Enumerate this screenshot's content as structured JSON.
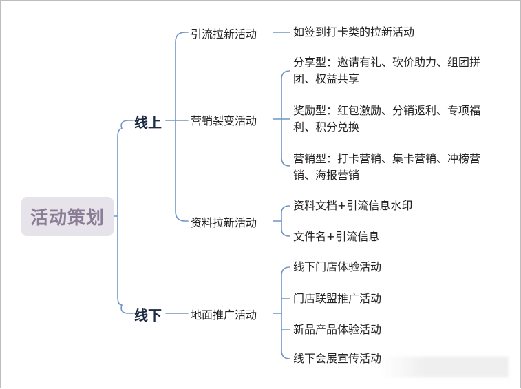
{
  "root": {
    "label": "活动策划"
  },
  "online": {
    "label": "线上",
    "branches": [
      {
        "label": "引流拉新活动",
        "items": [
          "如签到打卡类的拉新活动"
        ]
      },
      {
        "label": "营销裂变活动",
        "items": [
          "分享型：邀请有礼、砍价助力、组团拼团、权益共享",
          "奖励型：红包激励、分销返利、专项福利、积分兑换",
          "营销型：打卡营销、集卡营销、冲榜营销、海报营销"
        ]
      },
      {
        "label": "资料拉新活动",
        "items": [
          "资料文档+引流信息水印",
          "文件名+引流信息"
        ]
      }
    ]
  },
  "offline": {
    "label": "线下",
    "branches": [
      {
        "label": "地面推广活动",
        "items": [
          "线下门店体验活动",
          "门店联盟推广活动",
          "新品产品体验活动",
          "线下会展宣传活动"
        ]
      }
    ]
  },
  "colors": {
    "connector": "#6f95c4",
    "root_bg": "#e7e3ea",
    "root_text": "#8c7d97"
  }
}
